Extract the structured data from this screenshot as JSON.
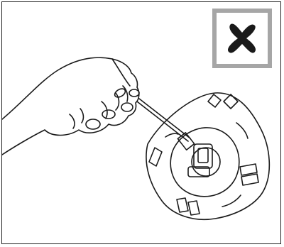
{
  "figure": {
    "subject": "hand-holding-tool",
    "object": "robot-blade-disc"
  },
  "status_badge": {
    "icon": "cross-icon",
    "meaning": "incorrect",
    "border_color": "#a6a6a6",
    "icon_color": "#1a1a1a"
  }
}
